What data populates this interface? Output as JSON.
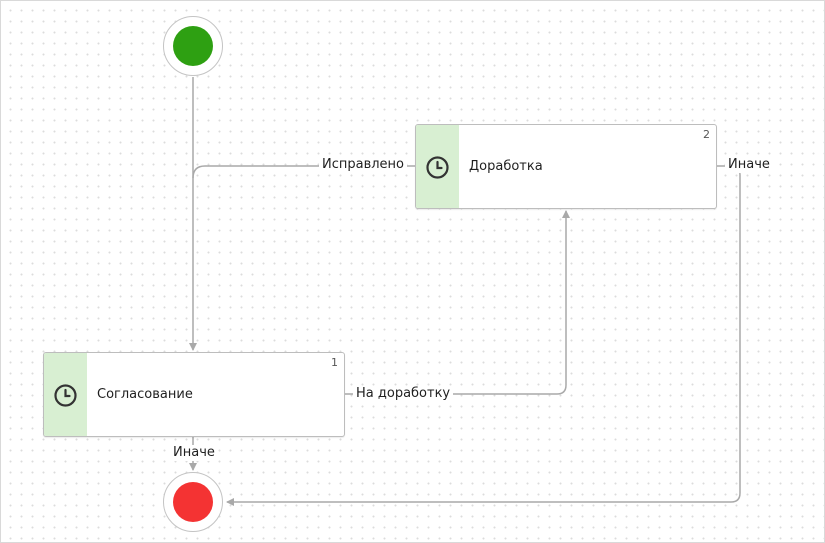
{
  "colors": {
    "start_event": "#2ea012",
    "end_event": "#f43333",
    "task_band": "#d8efd2",
    "connector": "#a9a9a9"
  },
  "events": {
    "start": {
      "icon": "start-event-icon"
    },
    "end": {
      "icon": "end-event-icon"
    }
  },
  "tasks": [
    {
      "number": "1",
      "name": "Согласование",
      "icon": "clock-icon"
    },
    {
      "number": "2",
      "name": "Доработка",
      "icon": "clock-icon"
    }
  ],
  "edges": {
    "fixed": "Исправлено",
    "rework": "На доработку",
    "else_from_rework": "Иначе",
    "else_from_approval": "Иначе"
  }
}
